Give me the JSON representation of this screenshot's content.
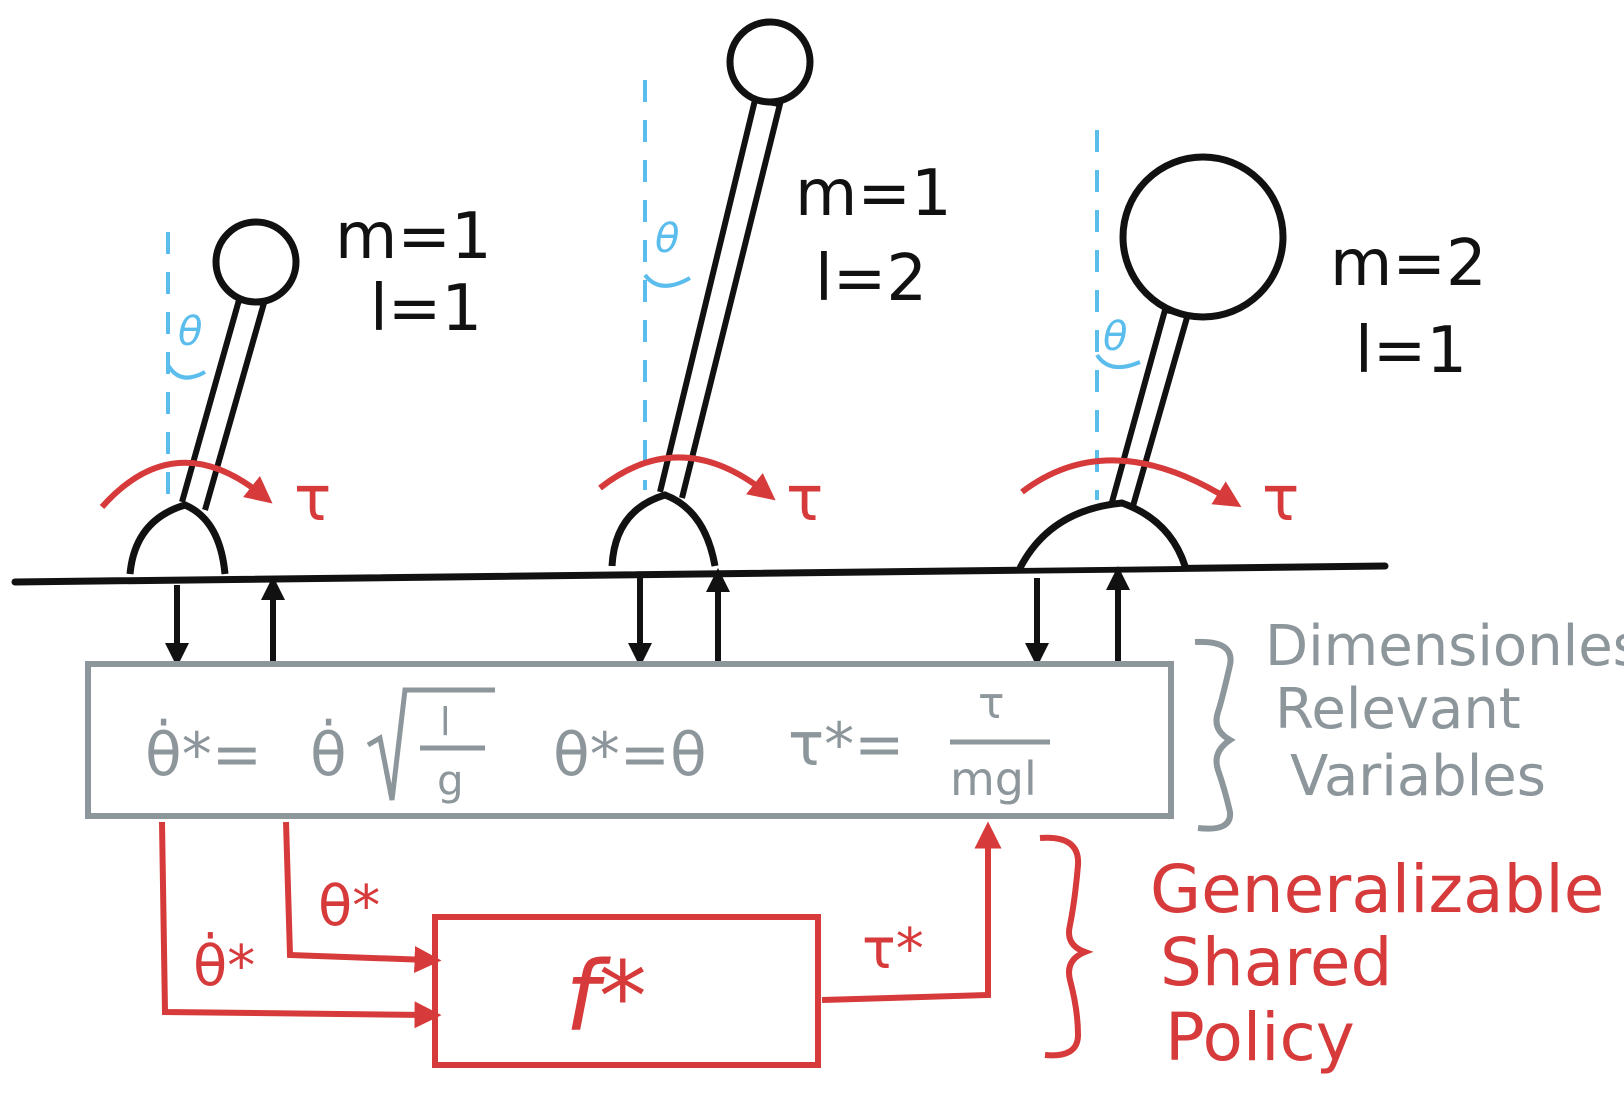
{
  "pendulums": [
    {
      "mass_label": "m=1",
      "length_label": "l=1",
      "angle_label": "θ",
      "torque_label": "τ"
    },
    {
      "mass_label": "m=1",
      "length_label": "l=2",
      "angle_label": "θ",
      "torque_label": "τ"
    },
    {
      "mass_label": "m=2",
      "length_label": "l=1",
      "angle_label": "θ",
      "torque_label": "τ"
    }
  ],
  "dimensionless_box": {
    "eq_thetadot": {
      "lhs": "θ̇*=",
      "rhs": "θ̇",
      "sqrt_num": "l",
      "sqrt_den": "g"
    },
    "eq_theta": "θ*=θ",
    "eq_tau": {
      "lhs": "τ*=",
      "num": "τ",
      "den": "mgl"
    }
  },
  "dimensionless_caption": [
    "Dimensionless",
    "Relevant",
    "Variables"
  ],
  "policy": {
    "box_label": "f*",
    "input_thetadot": "θ̇*",
    "input_theta": "θ*",
    "output_tau": "τ*"
  },
  "policy_caption": [
    "Generalizable",
    "Shared",
    "Policy"
  ],
  "colors": {
    "ink": "#111111",
    "angle": "#5bbdec",
    "gray": "#8c969b",
    "red": "#d63a3a"
  }
}
